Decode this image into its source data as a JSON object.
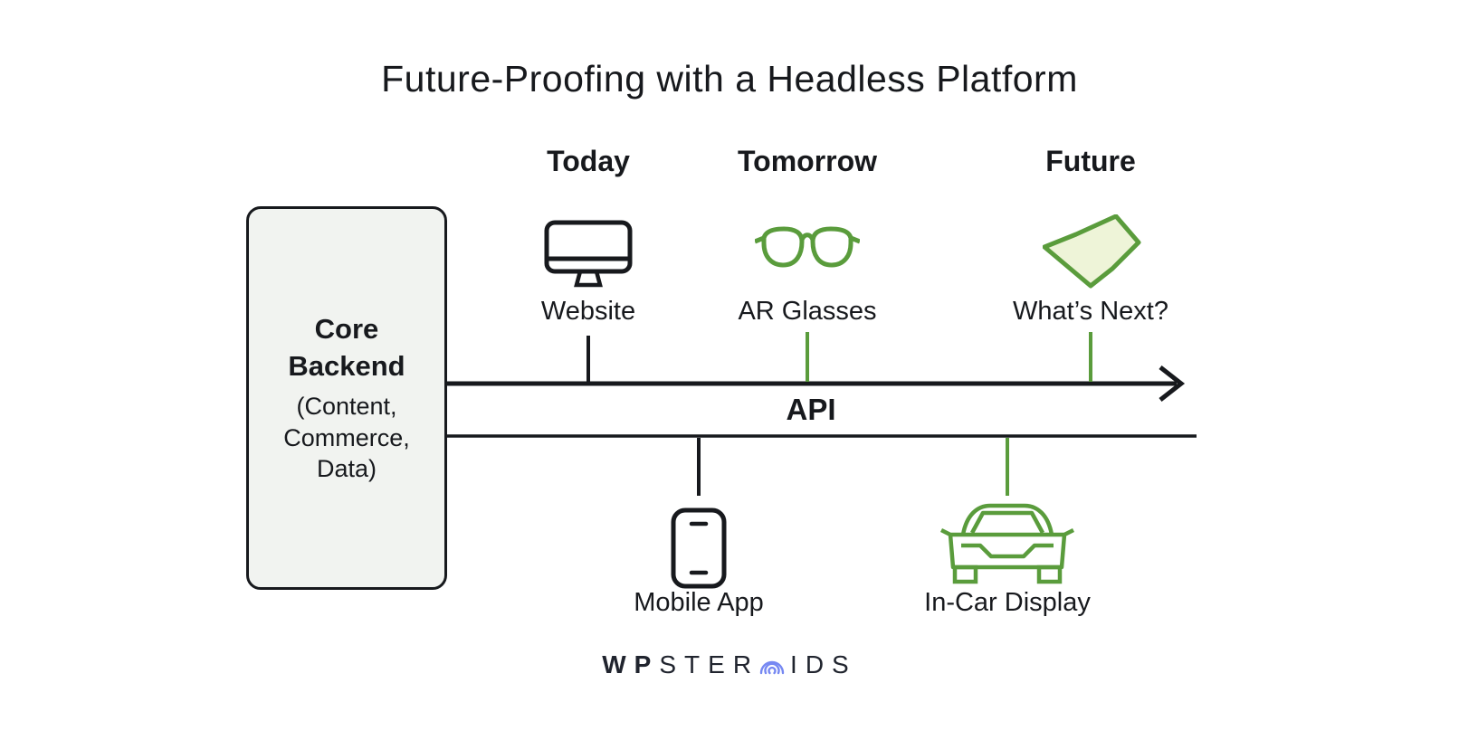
{
  "title": "Future-Proofing with a Headless Platform",
  "colors": {
    "ink": "#17191d",
    "green": "#5a9c3c",
    "green-fill": "#eef4d8",
    "box-fill": "#f1f3f0",
    "logo-ink": "#20242e",
    "logo-arc": "#7688f2"
  },
  "backend": {
    "title": "Core Backend",
    "subtitle": "(Content, Commerce, Data)"
  },
  "timeline": {
    "api_label": "API"
  },
  "columns": {
    "today": {
      "header": "Today",
      "label": "Website",
      "icon": "desktop-monitor-icon"
    },
    "tomorrow": {
      "header": "Tomorrow",
      "label": "AR Glasses",
      "icon": "glasses-icon"
    },
    "future": {
      "header": "Future",
      "label": "What’s Next?",
      "icon": "abstract-shape-icon"
    },
    "mobile": {
      "label": "Mobile App",
      "icon": "smartphone-icon"
    },
    "car": {
      "label": "In-Car Display",
      "icon": "car-icon"
    }
  },
  "footer": {
    "logo_prefix": "WP",
    "logo_mid": "STER",
    "logo_suffix": "IDS",
    "logo_icon": "concentric-arcs-o-icon"
  }
}
